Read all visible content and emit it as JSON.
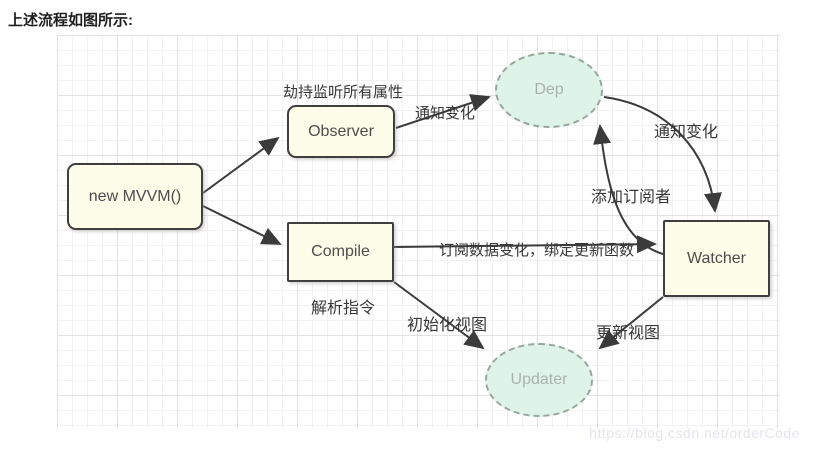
{
  "title": "上述流程如图所示:",
  "diagram": {
    "nodes": {
      "mvvm": {
        "label": "new MVVM()",
        "shape": "rounded-rect"
      },
      "observer": {
        "label": "Observer",
        "shape": "rounded-rect"
      },
      "compile": {
        "label": "Compile",
        "shape": "rect"
      },
      "watcher": {
        "label": "Watcher",
        "shape": "rect"
      },
      "dep": {
        "label": "Dep",
        "shape": "dashed-ellipse"
      },
      "updater": {
        "label": "Updater",
        "shape": "dashed-ellipse"
      }
    },
    "edge_labels": {
      "observer_caption": "劫持监听所有属性",
      "notify_change_1": "通知变化",
      "notify_change_2": "通知变化",
      "add_subscriber": "添加订阅者",
      "subscribe_bind": "订阅数据变化，绑定更新函数",
      "parse_directive": "解析指令",
      "init_view": "初始化视图",
      "update_view": "更新视图"
    },
    "edges": [
      {
        "from": "mvvm",
        "to": "observer"
      },
      {
        "from": "mvvm",
        "to": "compile"
      },
      {
        "from": "observer",
        "to": "dep",
        "label": "通知变化"
      },
      {
        "from": "compile",
        "to": "watcher",
        "label": "订阅数据变化，绑定更新函数"
      },
      {
        "from": "dep",
        "to": "watcher",
        "label": "通知变化"
      },
      {
        "from": "watcher",
        "to": "dep",
        "label": "添加订阅者"
      },
      {
        "from": "compile",
        "to": "updater",
        "label": "初始化视图"
      },
      {
        "from": "watcher",
        "to": "updater",
        "label": "更新视图"
      }
    ],
    "colors": {
      "node_fill": "#fdfde9",
      "node_border": "#3f3f3f",
      "ellipse_fill": "#def4e9",
      "ellipse_border": "#9aa59e",
      "ellipse_text": "#a9b3ab",
      "arrow": "#3b3b3b",
      "grid_minor": "#f2f2f2",
      "grid_major": "#e2e2e2"
    }
  },
  "watermark": "https://blog.csdn.net/orderCode"
}
